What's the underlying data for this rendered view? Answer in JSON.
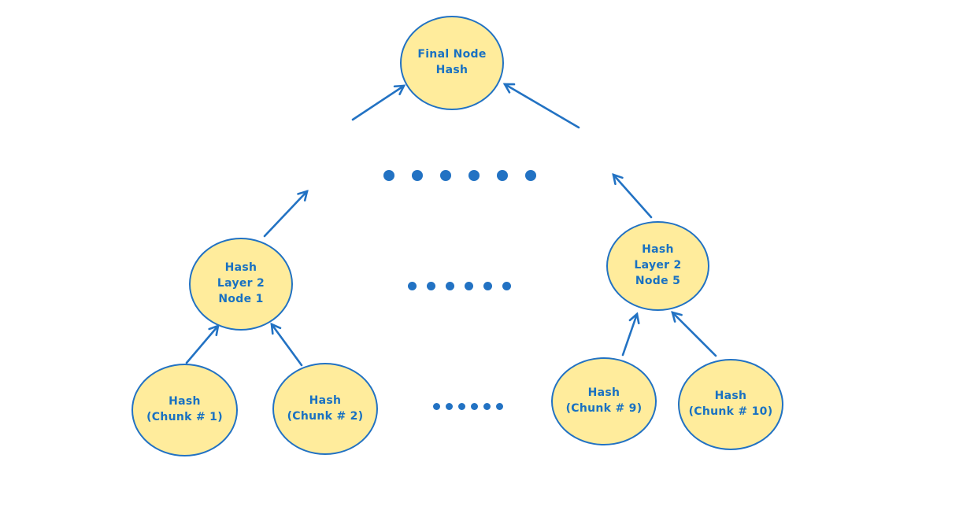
{
  "diagram": {
    "type": "merkle-hash-tree",
    "colors": {
      "node_fill": "#FFEC9C",
      "node_stroke": "#2272C3",
      "text": "#1971C2",
      "arrow": "#2272C3",
      "background": "#FFFFFF"
    },
    "nodes": {
      "final": {
        "label": "Final Node\nHash"
      },
      "layer2_node1": {
        "label": "Hash\nLayer 2\nNode 1"
      },
      "layer2_node5": {
        "label": "Hash\nLayer 2\nNode 5"
      },
      "chunk1": {
        "label": "Hash\n(Chunk # 1)"
      },
      "chunk2": {
        "label": "Hash\n(Chunk # 2)"
      },
      "chunk9": {
        "label": "Hash\n(Chunk # 9)"
      },
      "chunk10": {
        "label": "Hash\n(Chunk # 10)"
      }
    },
    "ellipsis_rows": {
      "top_dots": 6,
      "middle_dots": 6,
      "bottom_dots": 6
    }
  }
}
